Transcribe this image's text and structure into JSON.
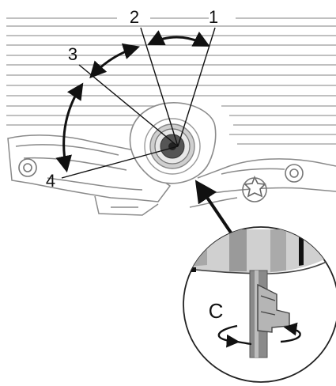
{
  "diagram": {
    "labels": {
      "position_1": "1",
      "position_2": "2",
      "position_3": "3",
      "position_4": "4",
      "detail": "C"
    }
  }
}
